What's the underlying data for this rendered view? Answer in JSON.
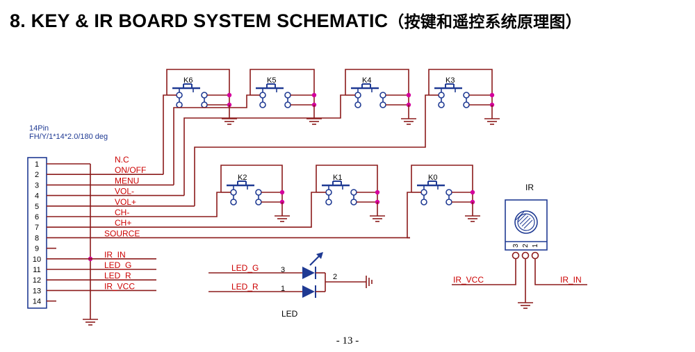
{
  "title": {
    "main": "8. KEY & IR BOARD SYSTEM SCHEMATIC",
    "cn": "（按键和遥控系统原理图）"
  },
  "connector": {
    "name": "14Pin",
    "spec": "FH/Y/1*14*2.0/180 deg",
    "pins": [
      "1",
      "2",
      "3",
      "4",
      "5",
      "6",
      "7",
      "8",
      "9",
      "10",
      "11",
      "12",
      "13",
      "14"
    ],
    "nets": [
      "N.C",
      "ON/OFF",
      "MENU",
      "VOL-",
      "VOL+",
      "CH-",
      "CH+",
      "SOURCE",
      "",
      "IR_IN",
      "LED_G",
      "LED_R",
      "IR_VCC",
      ""
    ]
  },
  "keys": [
    "K6",
    "K5",
    "K4",
    "K3",
    "K2",
    "K1",
    "K0"
  ],
  "led": {
    "net_g": "LED_G",
    "net_r": "LED_R",
    "pin_g": "3",
    "pin_r": "1",
    "pin_common": "2",
    "label": "LED"
  },
  "ir": {
    "label": "IR",
    "pins": [
      "3",
      "2",
      "1"
    ],
    "vcc": "IR_VCC",
    "out": "IR_IN"
  },
  "colors": {
    "wire": "#8b1a1a",
    "switch": "#1f3a93",
    "junction": "#d4009c",
    "text": "#000000",
    "net_text": "#cc0000",
    "spec_text": "#1f3a93"
  },
  "page": "- 13 -"
}
